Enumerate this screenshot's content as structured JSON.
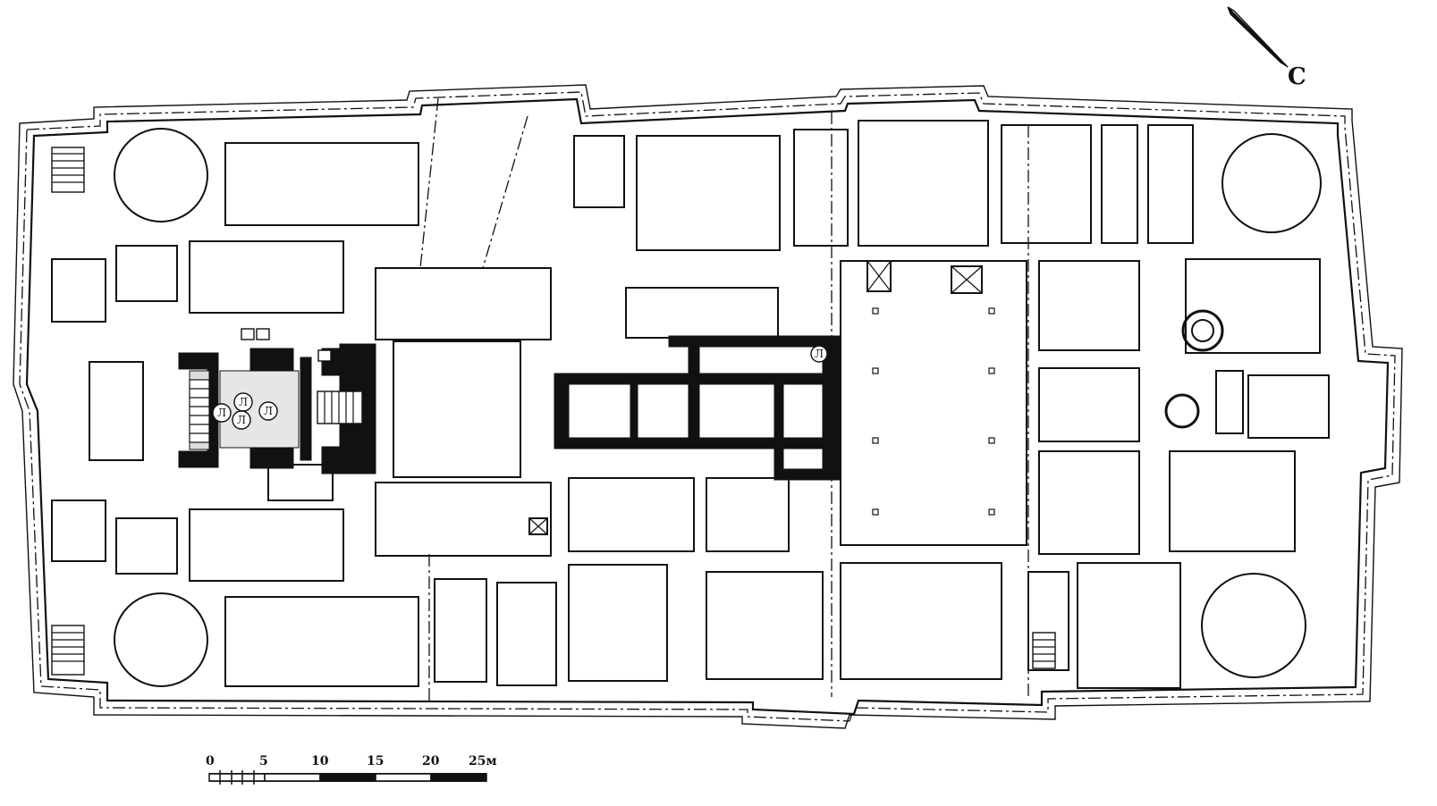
{
  "north_label": "С",
  "lift_label": "Л",
  "scale": {
    "ticks": [
      "0",
      "5",
      "10",
      "15",
      "20",
      "25м"
    ]
  }
}
